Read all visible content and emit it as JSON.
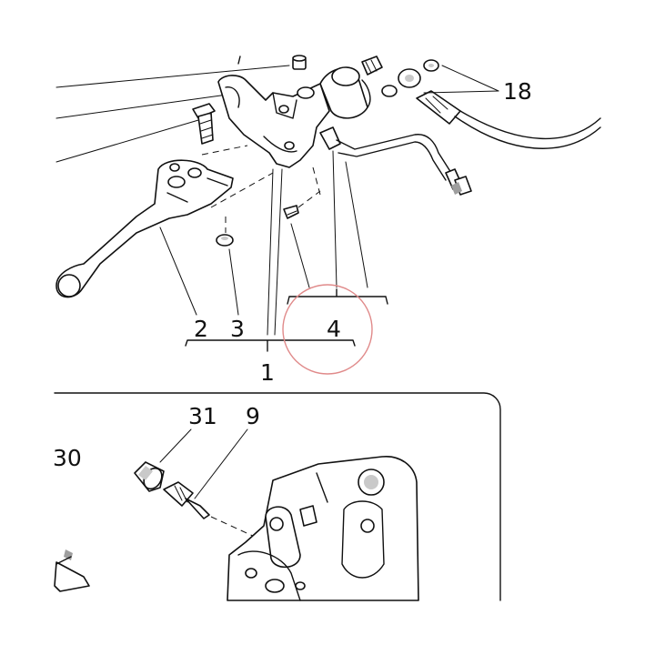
{
  "diagram": {
    "callouts": {
      "c1": "1",
      "c2": "2",
      "c3": "3",
      "c4": "4",
      "c9": "9",
      "c18": "18",
      "c30": "30",
      "c31": "31"
    },
    "colors": {
      "line": "#111111",
      "shade": "#c9c9c9",
      "highlight_circle": "#e08a8a"
    }
  }
}
